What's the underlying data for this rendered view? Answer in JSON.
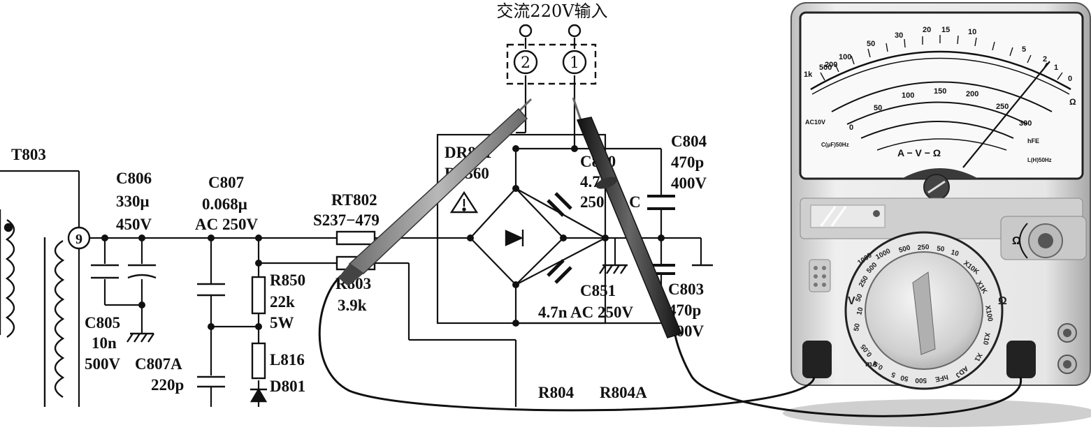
{
  "title": "交流220V输入",
  "terminals": {
    "t2": "2",
    "t1": "1",
    "pin9": "9"
  },
  "components": {
    "t803": "T803",
    "c806": [
      "C806",
      "330μ",
      "450V"
    ],
    "c807": [
      "C807",
      "0.068μ",
      "AC 250V"
    ],
    "rt802": [
      "RT802",
      "S237−479"
    ],
    "r803": [
      "R803",
      "3.9k"
    ],
    "r850": [
      "R850",
      "22k",
      "5W"
    ],
    "l816": "L816",
    "d801": "D801",
    "c805": [
      "C805",
      "10n",
      "500V"
    ],
    "c807a": [
      "C807A",
      "220p"
    ],
    "dr801": [
      "DR801",
      "RS360"
    ],
    "c850": [
      "C850",
      "4.7n",
      "250 VAC"
    ],
    "c851": [
      "C851",
      "4.7n AC 250V"
    ],
    "c804": [
      "C804",
      "470p",
      "400V"
    ],
    "c803": [
      "C803",
      "470p",
      "400V"
    ],
    "r804": "R804",
    "r804a": "R804A"
  },
  "meter": {
    "scale_top": [
      "500",
      "100",
      "50",
      "30",
      "20",
      "15",
      "10",
      "5",
      "2",
      "1",
      "0"
    ],
    "scale_left": [
      "1k",
      "200"
    ],
    "scale_dcv": [
      "0",
      "50",
      "100",
      "150",
      "200",
      "250",
      "300"
    ],
    "label_ac10v": "AC10V",
    "label_c": "C(μF)50Hz",
    "label_l": "L(H)50Hz",
    "label_avo": "A − V − Ω",
    "label_hfe": "hFE",
    "label_ohm_unit": "Ω",
    "knob_label": "Ω",
    "dial_ohm": "Ω",
    "dial_v": "V",
    "dial_ma": "mA",
    "dial_ranges": [
      "1000",
      "500",
      "250",
      "50",
      "10",
      "X10K",
      "X1K",
      "X100",
      "X10",
      "X1",
      "ADJ",
      "hFE",
      "500",
      "50",
      "5",
      "0.5",
      "0.05",
      "50",
      "10",
      "50",
      "250",
      "500",
      "1000"
    ]
  },
  "colors": {
    "wire": "#1a1a1a",
    "probe_red": "#8a8a8a",
    "probe_black": "#2a2a2a",
    "meter_body": "#dcdcdc"
  }
}
